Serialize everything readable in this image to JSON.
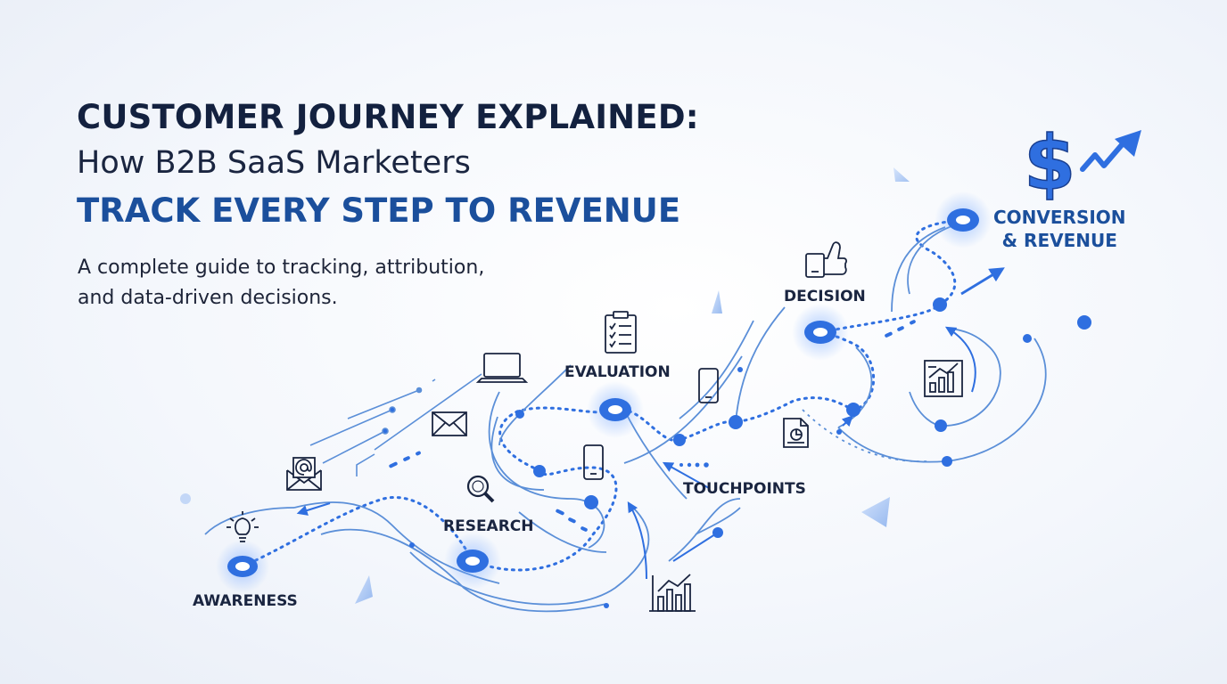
{
  "title": {
    "line1": "CUSTOMER JOURNEY EXPLAINED:",
    "line2": "How B2B SaaS Marketers",
    "line3": "TRACK EVERY STEP TO REVENUE"
  },
  "subtitle": {
    "line1": "A complete guide to tracking, attribution,",
    "line2": "and data-driven decisions."
  },
  "stages": {
    "awareness": "AWARENESS",
    "research": "RESEARCH",
    "evaluation": "EVALUATION",
    "touchpoints": "TOUCHPOINTS",
    "decision": "DECISION",
    "conversion_line1": "CONVERSION",
    "conversion_line2": "& REVENUE"
  },
  "dollar_symbol": "$",
  "colors": {
    "primary_blue": "#2f6fe0",
    "dark_navy": "#13213f",
    "title_blue": "#1b4f9c",
    "line_blue": "#5b8fd8"
  }
}
